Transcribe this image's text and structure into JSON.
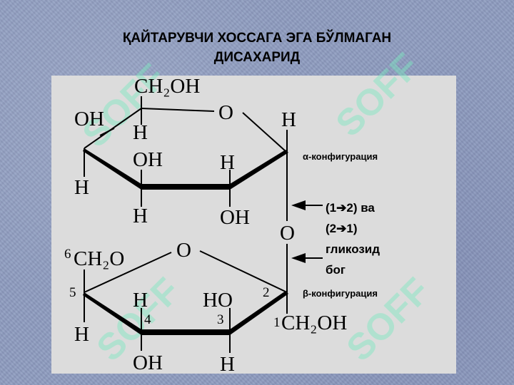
{
  "slide": {
    "title_line1": "ҚАЙТАРУВЧИ ХОССАГА ЭГА БЎЛМАГАН",
    "title_line2": "ДИСАХАРИД"
  },
  "watermark": {
    "text": "SOFF",
    "color": "#7de8c0"
  },
  "structure": {
    "upper_ring": {
      "ch2oh": "CH₂OH",
      "oh_left": "OH",
      "h_c4_up": "H",
      "h_c4_down": "H",
      "oh_c3": "OH",
      "h_c3_down": "H",
      "h_c2_up": "H",
      "oh_c2_down": "OH",
      "h_c1_up": "H",
      "ring_oxygen": "O",
      "config_label": "α-конфигурация"
    },
    "bridge": {
      "oxygen": "O"
    },
    "lower_ring": {
      "num6": "6",
      "ch2o": "CH₂O",
      "ring_oxygen": "O",
      "num5": "5",
      "h_c5_down": "H",
      "h_c4_up": "H",
      "num4": "4",
      "oh_c4_down": "OH",
      "ho_c3": "HO",
      "num3": "3",
      "h_c3_down": "H",
      "num2": "2",
      "num1": "1",
      "ch2oh_c1": "CH₂OH",
      "config_label": "β-конфигурация"
    },
    "annotation": {
      "line1": "(1➔2) ва",
      "line2": "(2➔1)",
      "line3": "гликозид",
      "line4": "бог"
    }
  }
}
